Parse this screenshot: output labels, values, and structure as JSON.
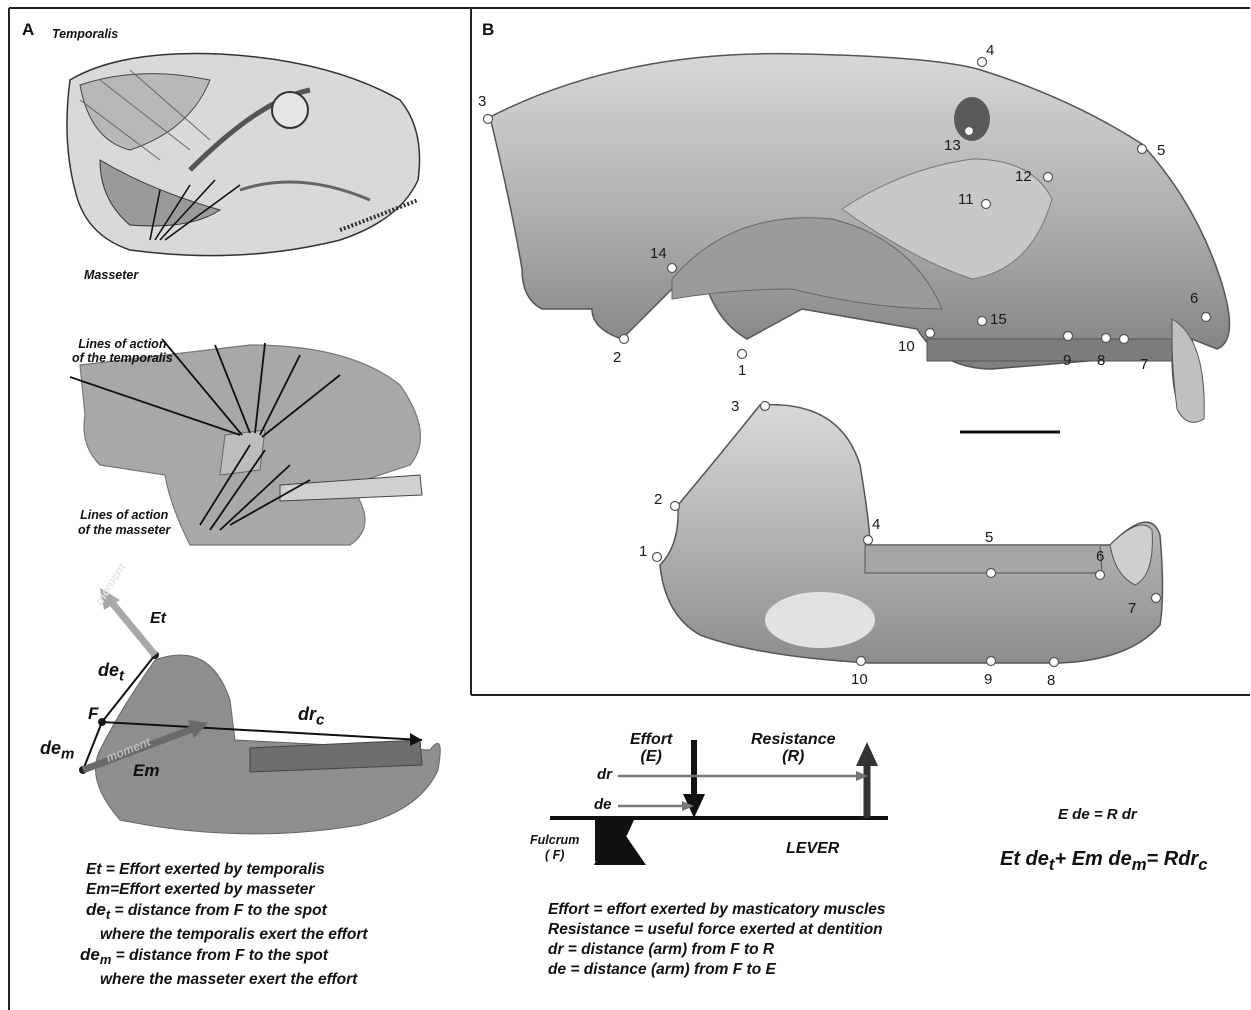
{
  "panel_a": {
    "letter": "A",
    "top": {
      "temporalis_label": "Temporalis",
      "masseter_label": "Masseter"
    },
    "middle": {
      "temporalis_lines_label": [
        "Lines of action",
        "of the temporalis"
      ],
      "masseter_lines_label": [
        "Lines of action",
        "of the masseter"
      ]
    },
    "bottom": {
      "et": "Et",
      "det": "de",
      "det_sub": "t",
      "f": "F",
      "dem": "de",
      "dem_sub": "m",
      "em": "Em",
      "drc": "dr",
      "drc_sub": "c",
      "moment": "moment",
      "moment2": "moment"
    },
    "legend": [
      "Et = Effort exerted by temporalis",
      "Em=Effort exerted  by masseter",
      "= distance from F to the spot",
      "where the temporalis exert the effort",
      "= distance from F to the spot",
      "where the masseter exert the effort"
    ],
    "legend_sym": {
      "de": "de",
      "t": "t",
      "m": "m"
    }
  },
  "panel_b": {
    "letter": "B",
    "cranium_landmarks": [
      "1",
      "2",
      "3",
      "4",
      "5",
      "6",
      "7",
      "8",
      "9",
      "10",
      "11",
      "12",
      "13",
      "14",
      "15"
    ],
    "mandible_landmarks": [
      "1",
      "2",
      "3",
      "4",
      "5",
      "6",
      "7",
      "8",
      "9",
      "10"
    ]
  },
  "lever": {
    "effort": "Effort",
    "effort_e": "(E)",
    "resistance": "Resistance",
    "resistance_r": "(R)",
    "dr": "dr",
    "de": "de",
    "fulcrum": "Fulcrum",
    "fulcrum_f": "( F)",
    "lever": "LEVER",
    "definitions": [
      "Effort = effort exerted by masticatory muscles",
      "Resistance = useful force exerted at dentition",
      "dr = distance  (arm)  from F to R",
      "de = distance  (arm)  from F to E"
    ]
  },
  "equations": {
    "eq1": "E de = R dr",
    "eq2_a": "Et de",
    "eq2_t": "t",
    "eq2_b": "+ Em de",
    "eq2_m": "m",
    "eq2_c": "= Rdr",
    "eq2_cs": "c"
  }
}
